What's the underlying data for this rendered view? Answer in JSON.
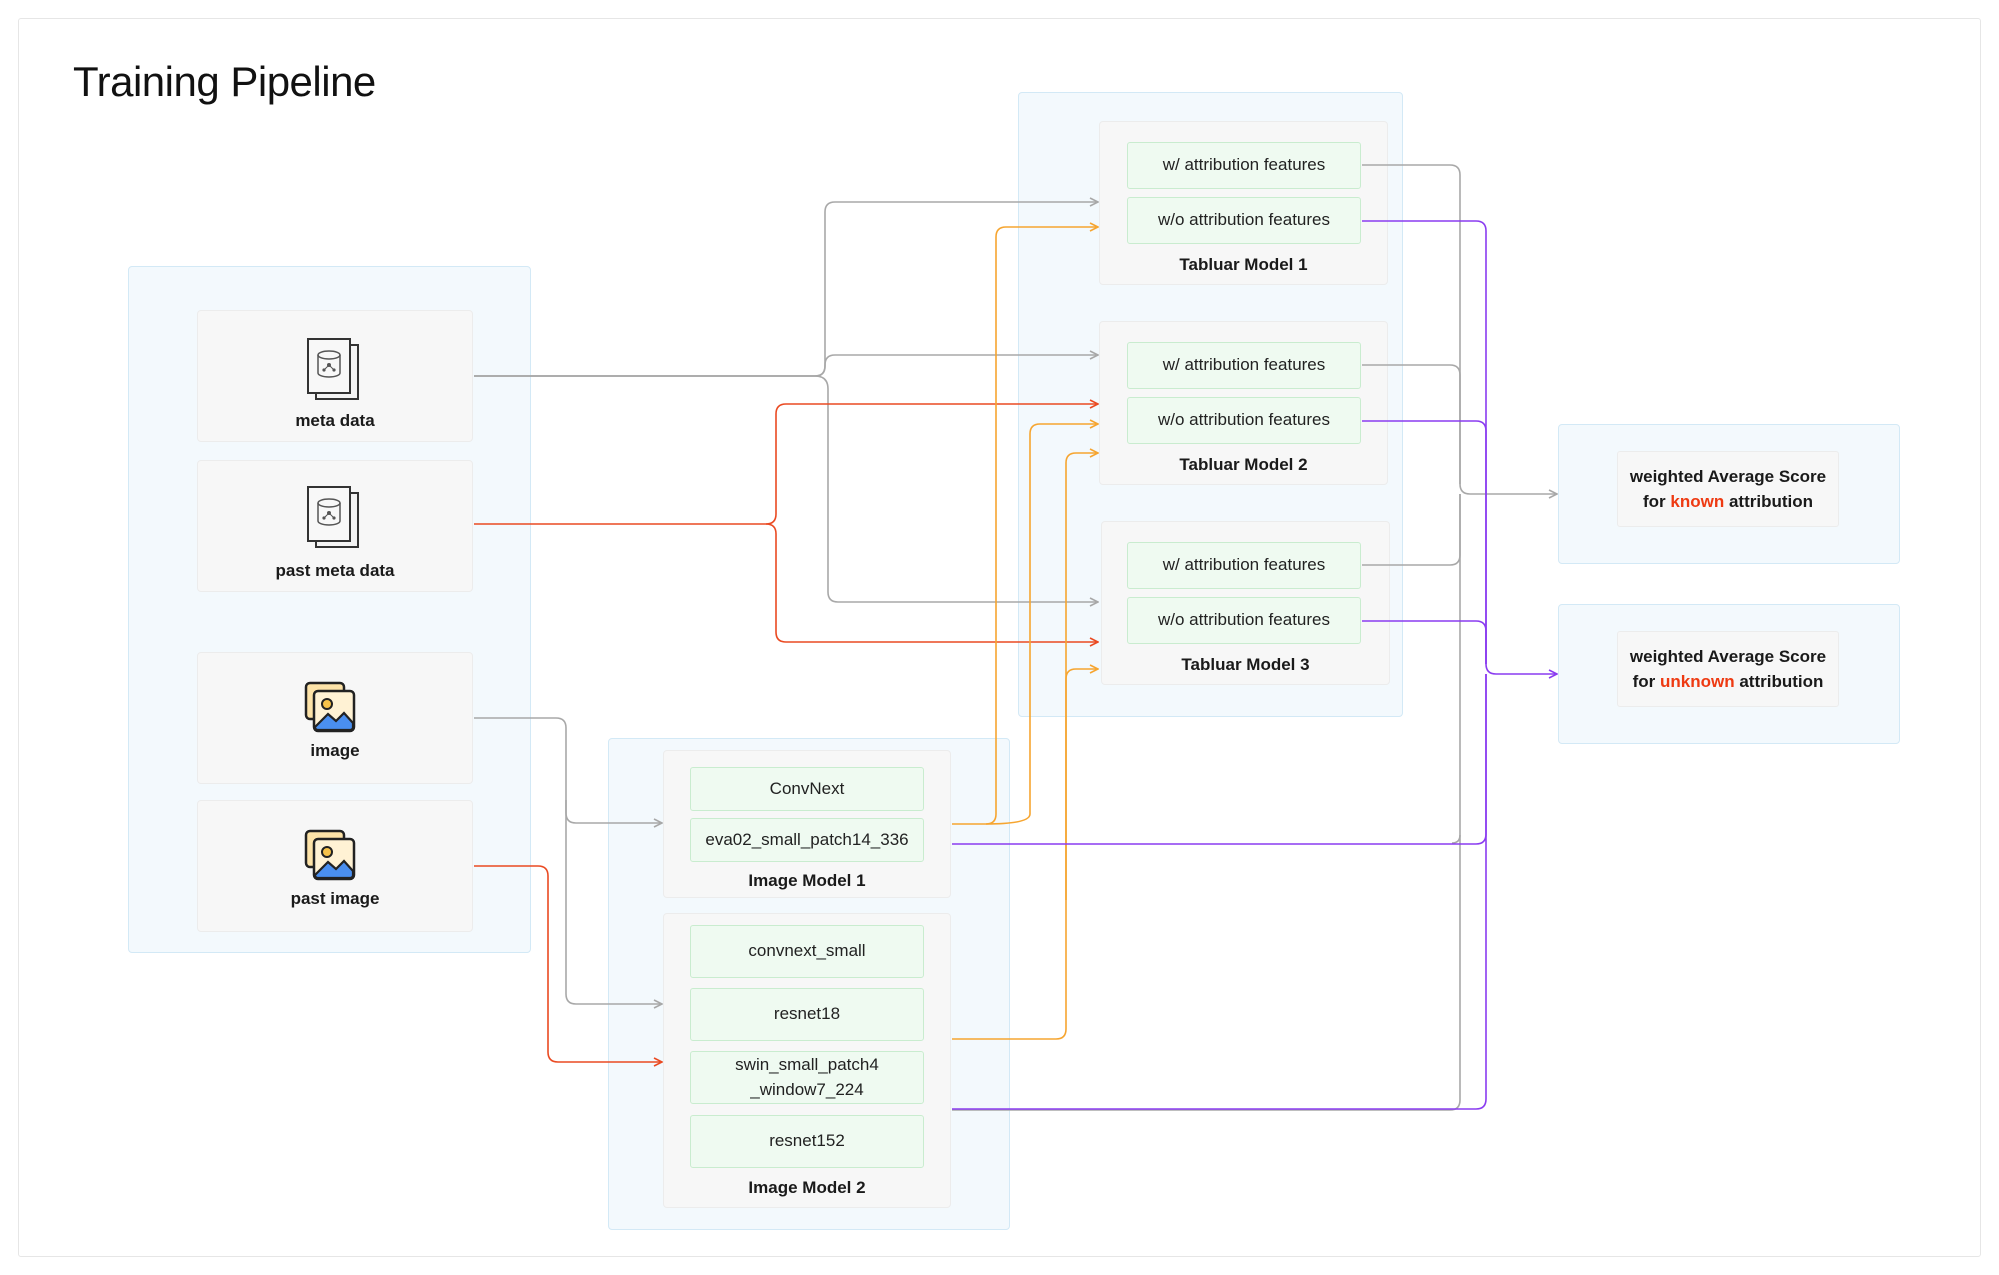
{
  "title": "Training Pipeline",
  "colors": {
    "gray_line": "#a8a8a8",
    "red_line": "#ea4a22",
    "orange_line": "#f6a530",
    "purple_line": "#8a3cf0",
    "highlight": "#ee3a12"
  },
  "sources": [
    {
      "label": "meta data",
      "icon": "database-document-icon"
    },
    {
      "label": "past meta data",
      "icon": "database-document-icon"
    },
    {
      "label": "image",
      "icon": "image-stack-icon"
    },
    {
      "label": "past image",
      "icon": "image-stack-icon"
    }
  ],
  "image_models": [
    {
      "title": "Image Model 1",
      "chips": [
        "ConvNext",
        "eva02_small_patch14_336"
      ]
    },
    {
      "title": "Image Model 2",
      "chips": [
        "convnext_small",
        "resnet18",
        "swin_small_patch4\n_window7_224",
        "resnet152"
      ]
    }
  ],
  "tabular_models": [
    {
      "title": "Tabluar Model 1",
      "chips": [
        "w/ attribution features",
        "w/o attribution features"
      ]
    },
    {
      "title": "Tabluar Model 2",
      "chips": [
        "w/ attribution features",
        "w/o attribution features"
      ]
    },
    {
      "title": "Tabluar Model 3",
      "chips": [
        "w/ attribution features",
        "w/o attribution features"
      ]
    }
  ],
  "outputs": [
    {
      "line1": "weighted Average Score",
      "prefix": "for ",
      "highlight": "known",
      "suffix": " attribution"
    },
    {
      "line1": "weighted Average Score",
      "prefix": "for ",
      "highlight": "unknown",
      "suffix": " attribution"
    }
  ]
}
